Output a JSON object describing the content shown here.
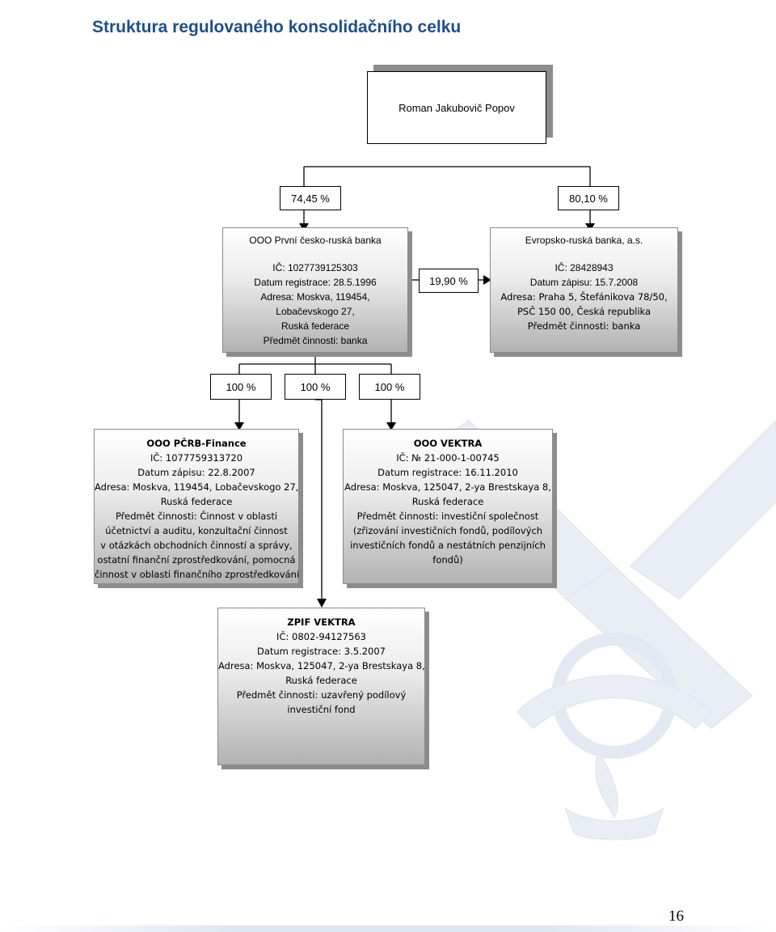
{
  "page": {
    "title": "Struktura regulovaného konsolidačního celku",
    "page_number": "16"
  },
  "owner": {
    "name": "Roman Jakubovič Popov"
  },
  "ownership": {
    "owner_to_first": "74,45 %",
    "owner_to_evropsko": "80,10 %",
    "first_to_evropsko": "19,90 %",
    "first_to_subsidiary_1": "100 %",
    "first_to_subsidiary_2": "100 %",
    "first_to_subsidiary_3": "100 %"
  },
  "entities": {
    "first_bank": {
      "name": "OOO První česko-ruská banka",
      "lines": [
        "IČ: 1027739125303",
        "Datum registrace: 28.5.1996",
        "Adresa: Moskva, 119454,",
        "Lobačevskogo 27,",
        "Ruská federace",
        "Předmět činnosti: banka"
      ]
    },
    "evropsko": {
      "name": "Evropsko-ruská banka, a.s.",
      "lines": [
        "IČ: 28428943",
        "Datum zápisu: 15.7.2008",
        "Adresa: Praha 5, Štefánikova 78/50,",
        "PSČ 150 00, Česká republika",
        "Předmět činnosti: banka"
      ]
    },
    "pcrb_finance": {
      "name": "OOO PČRB-Finance",
      "lines": [
        "IČ: 1077759313720",
        "Datum zápisu: 22.8.2007",
        "Adresa: Moskva, 119454, Lobačevskogo 27,",
        "Ruská federace",
        "Předmět činnosti: Činnost v oblasti",
        "účetnictví a auditu, konzultační činnost",
        "v otázkách obchodních činností a správy,",
        "ostatní finanční zprostředkování, pomocná",
        "činnost v oblasti finančního zprostředkování"
      ]
    },
    "vektra": {
      "name": "OOO VEKTRA",
      "lines": [
        "IČ: № 21-000-1-00745",
        "Datum registrace: 16.11.2010",
        "Adresa: Moskva, 125047, 2-ya Brestskaya  8,",
        "Ruská federace",
        "Předmět činnosti: investiční společnost",
        "(zřizování investičních fondů, podílových",
        "investičních fondů a nestátních penzijních",
        "fondů)"
      ]
    },
    "zpif_vektra": {
      "name": "ZPIF VEKTRA",
      "lines": [
        "IČ: 0802-94127563",
        "Datum registrace: 3.5.2007",
        "Adresa: Moskva, 125047, 2-ya Brestskaya 8,",
        "Ruská federace",
        "Předmět činnosti: uzavřený podílový",
        "investiční fond"
      ]
    }
  },
  "colors": {
    "title": "#1f4e8c",
    "watermark": "#e9eef5",
    "box_shadow": "#8c8c8c"
  }
}
